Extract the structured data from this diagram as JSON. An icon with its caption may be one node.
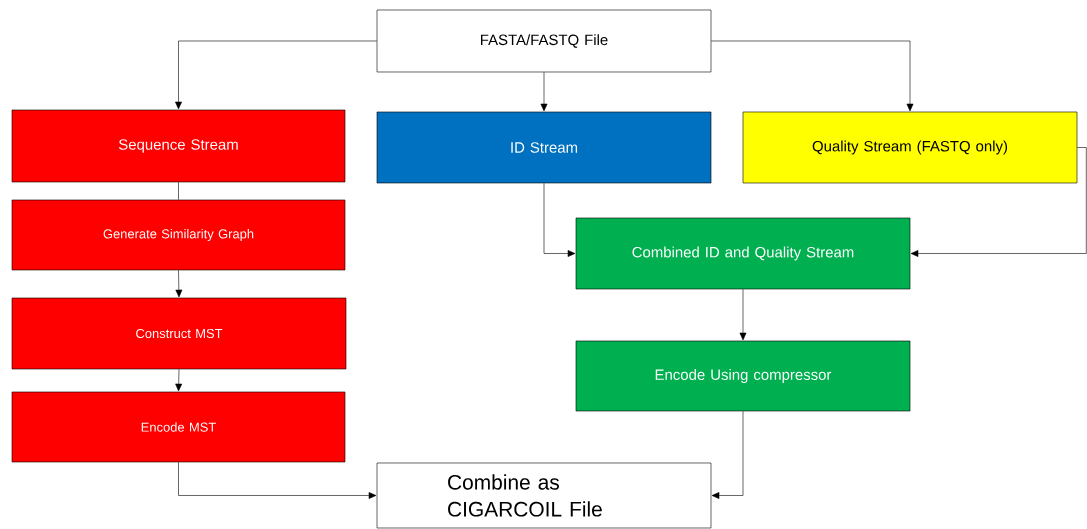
{
  "diagram": {
    "nodes": [
      {
        "text": [
          "FASTA/FASTQ File"
        ]
      },
      {
        "text": [
          "Sequence Stream"
        ]
      },
      {
        "text": [
          "ID Stream"
        ]
      },
      {
        "text": [
          "Quality Stream (FASTQ only)"
        ]
      },
      {
        "text": [
          "Generate Similarity Graph"
        ]
      },
      {
        "text": [
          "Combined ID and Quality Stream"
        ]
      },
      {
        "text": [
          "Construct MST"
        ]
      },
      {
        "text": [
          "Encode Using compressor"
        ]
      },
      {
        "text": [
          "Encode MST"
        ]
      },
      {
        "text": [
          "Combine as CIGARCOIL File"
        ]
      }
    ],
    "edges": [
      {
        "from": 0,
        "to": 1,
        "arrow": "to"
      },
      {
        "from": 0,
        "to": 2,
        "arrow": "to"
      },
      {
        "from": 0,
        "to": 3,
        "arrow": "to"
      },
      {
        "from": 1,
        "to": 4,
        "arrow": "none"
      },
      {
        "from": 2,
        "to": 5,
        "arrow": "to"
      },
      {
        "from": 3,
        "to": 5,
        "arrow": "to"
      },
      {
        "from": 4,
        "to": 6,
        "arrow": "to"
      },
      {
        "from": 5,
        "to": 7,
        "arrow": "to"
      },
      {
        "from": 6,
        "to": 8,
        "arrow": "to"
      },
      {
        "from": 8,
        "to": 9,
        "arrow": "to"
      },
      {
        "from": 7,
        "to": 9,
        "arrow": "to"
      }
    ]
  }
}
